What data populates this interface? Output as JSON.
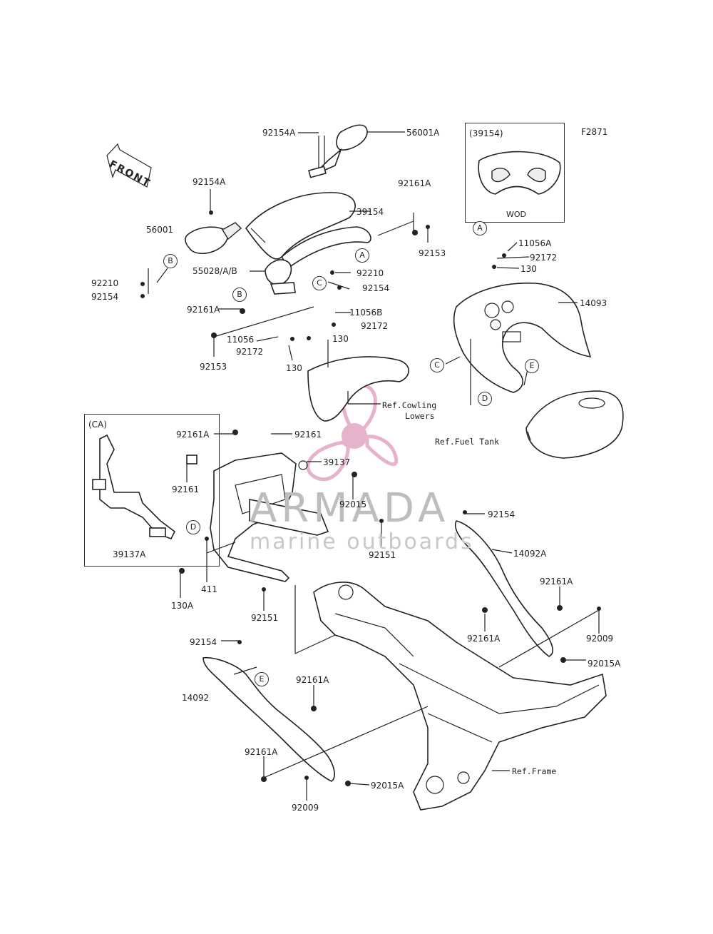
{
  "diagram_code": "F2871",
  "front_label": "FRONT",
  "inset_wod": {
    "ref": "(39154)",
    "caption": "WOD"
  },
  "inset_ca": {
    "ref": "(CA)",
    "part": "39137A"
  },
  "watermark": {
    "title": "ARMADA",
    "subtitle": "marine outboards",
    "accent_color": "#e2a6c4"
  },
  "part_labels": {
    "p92154A_top": "92154A",
    "p56001A": "56001A",
    "p92154A_left": "92154A",
    "p39154": "39154",
    "p92161A_top": "92161A",
    "p56001": "56001",
    "p92153_top": "92153",
    "p55028": "55028/A/B",
    "p92210_right": "92210",
    "p92154_right": "92154",
    "p92210_left": "92210",
    "p92154_left": "92154",
    "p92161A_mid": "92161A",
    "p11056B": "11056B",
    "p92172_mid": "92172",
    "p11056": "11056",
    "p130_mid": "130",
    "p92172_low": "92172",
    "p92153_low": "92153",
    "p130_low": "130",
    "p11056A": "11056A",
    "p92172_right": "92172",
    "p130_right": "130",
    "p14093": "14093",
    "ref_cowling": "Ref.Cowling",
    "ref_cowling2": "Lowers",
    "ref_fuel": "Ref.Fuel Tank",
    "p92161A_bracket": "92161A",
    "p92161_bracket": "92161",
    "p39137": "39137",
    "p92161_left": "92161",
    "p92015": "92015",
    "p92154_frame": "92154",
    "p92151_mid": "92151",
    "p14092A": "14092A",
    "p130A": "130A",
    "p411": "411",
    "p92151_low": "92151",
    "p92161A_r1": "92161A",
    "p92161A_r2": "92161A",
    "p92009_right": "92009",
    "p92015A_right": "92015A",
    "p92154_low": "92154",
    "p14092": "14092",
    "p92161A_low": "92161A",
    "p92161A_bottom": "92161A",
    "p92009_bottom": "92009",
    "p92015A_bottom": "92015A",
    "ref_frame": "Ref.Frame"
  },
  "callouts": {
    "A_right": "A",
    "A_top": "A",
    "B_left": "B",
    "B_mid": "B",
    "C_mid": "C",
    "C_right": "C",
    "D_right": "D",
    "D_left": "D",
    "E_right": "E",
    "E_low": "E"
  }
}
